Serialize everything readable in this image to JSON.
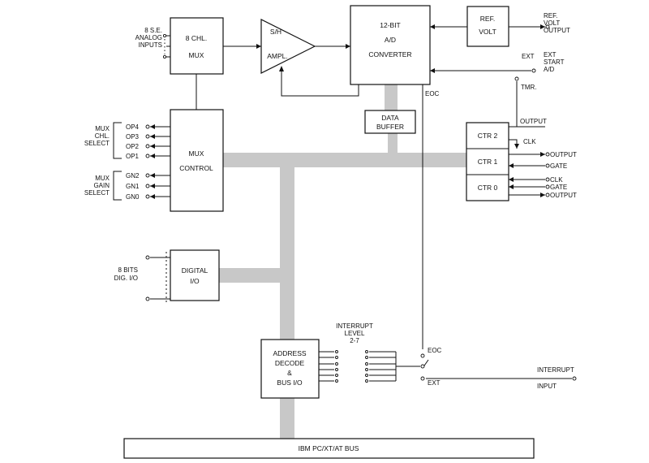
{
  "blocks": {
    "mux8": [
      "8 CHL.",
      "MUX"
    ],
    "sh_ampl": [
      "S/H",
      "AMPL."
    ],
    "adc": [
      "12-BIT",
      "A/D",
      "CONVERTER"
    ],
    "ref_volt": [
      "REF.",
      "VOLT"
    ],
    "data_buffer": [
      "DATA",
      "BUFFER"
    ],
    "mux_control": [
      "MUX",
      "CONTROL"
    ],
    "ctr2": "CTR 2",
    "ctr1": "CTR 1",
    "ctr0": "CTR 0",
    "digital_io": [
      "DIGITAL",
      "I/O"
    ],
    "address_decode": [
      "ADDRESS",
      "DECODE",
      "&",
      "BUS I/O"
    ],
    "pc_bus": "IBM PC/XT/AT BUS"
  },
  "labels": {
    "analog_inputs": [
      "8 S.E.",
      "ANALOG",
      "INPUTS"
    ],
    "ref_volt_output": [
      "REF.",
      "VOLT",
      "OUTPUT"
    ],
    "ext": "EXT",
    "ext_start_ad": [
      "EXT",
      "START",
      "A/D"
    ],
    "tmr": "TMR.",
    "eoc_top": "EOC",
    "mux_chl_select": [
      "MUX",
      "CHL.",
      "SELECT"
    ],
    "op_lines": [
      "OP4",
      "OP3",
      "OP2",
      "OP1"
    ],
    "mux_gain_select": [
      "MUX",
      "GAIN",
      "SELECT"
    ],
    "gn_lines": [
      "GN2",
      "GN1",
      "GN0"
    ],
    "ctr2_output": "OUTPUT",
    "ctr1_clk": "CLK",
    "ctr1_output": "OUTPUT",
    "ctr1_gate": "GATE",
    "ctr0_clk": "CLK",
    "ctr0_gate": "GATE",
    "ctr0_output": "OUTPUT",
    "dig_io": [
      "8 BITS",
      "DIG. I/O"
    ],
    "interrupt_level": [
      "INTERRUPT",
      "LEVEL",
      "2-7"
    ],
    "eoc_bottom": "EOC",
    "ext_bottom": "EXT",
    "interrupt_input": [
      "INTERRUPT",
      "INPUT"
    ]
  }
}
